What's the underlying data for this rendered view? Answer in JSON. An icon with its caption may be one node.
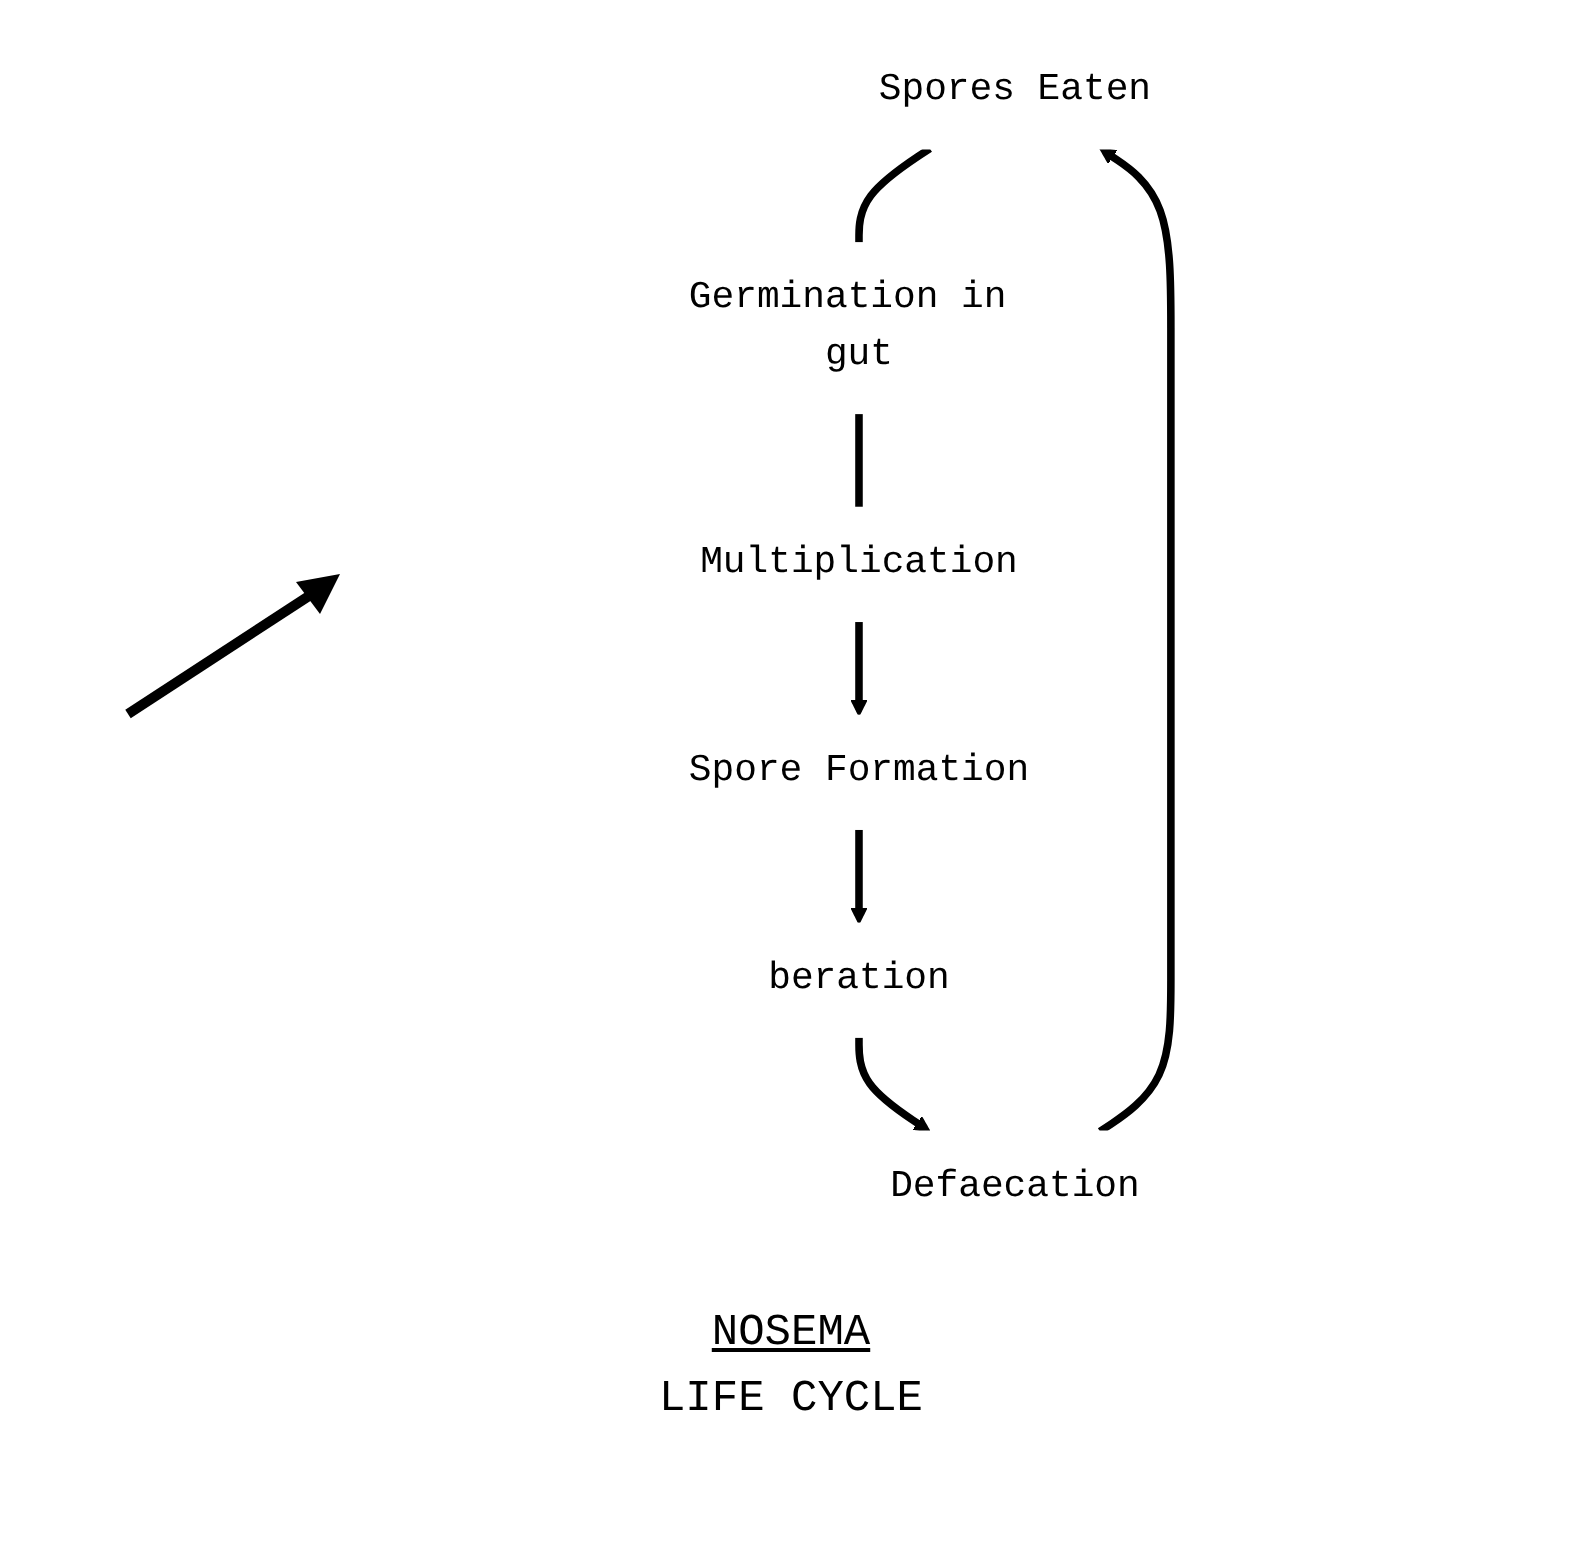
{
  "diagram": {
    "title": "NOSEMA",
    "caption": "LIFE CYCLE",
    "nodes": [
      {
        "text": [
          "Spores Eaten"
        ]
      },
      {
        "text": [
          "Germination in gut"
        ]
      },
      {
        "text": [
          "Multiplication"
        ]
      },
      {
        "text": [
          "Spore Formation"
        ]
      },
      {
        "text": [
          "beration"
        ]
      },
      {
        "text": [
          "Defaecation"
        ]
      }
    ],
    "edges": [
      {
        "from": 5,
        "to": 0,
        "arrow": "to"
      },
      {
        "from": 0,
        "to": 1,
        "arrow": "none"
      },
      {
        "from": 1,
        "to": 2,
        "arrow": "none"
      },
      {
        "from": 2,
        "to": 3,
        "arrow": "to"
      },
      {
        "from": 3,
        "to": 4,
        "arrow": "to"
      },
      {
        "from": 4,
        "to": 5,
        "arrow": "to"
      }
    ]
  }
}
